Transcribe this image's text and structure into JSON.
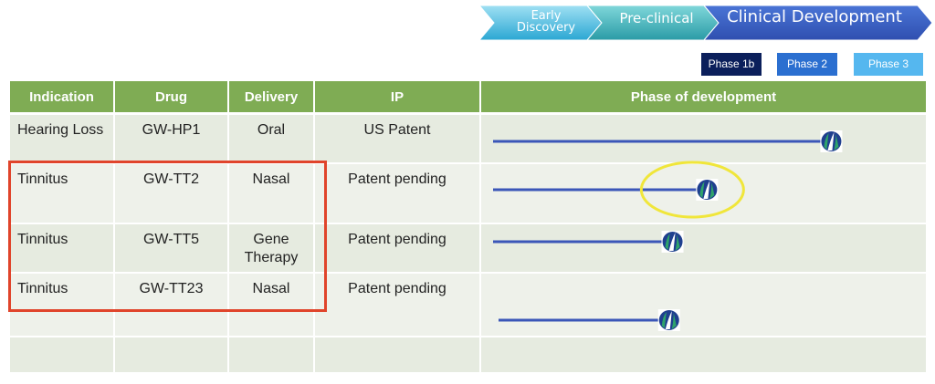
{
  "stages": [
    {
      "label_line1": "Early",
      "label_line2": "Discovery"
    },
    {
      "label": "Pre-clinical"
    },
    {
      "label": "Clinical Development"
    }
  ],
  "phases": {
    "phase_1b": "Phase 1b",
    "phase_2": "Phase 2",
    "phase_3": "Phase 3"
  },
  "table": {
    "headers": [
      "Indication",
      "Drug",
      "Delivery",
      "IP",
      "Phase of development"
    ],
    "rows": [
      {
        "indication": "Hearing Loss",
        "drug": "GW-HP1",
        "delivery": "Oral",
        "ip": "US Patent",
        "progress": 0.98
      },
      {
        "indication": "Tinnitus",
        "drug": "GW-TT2",
        "delivery": "Nasal",
        "ip": "Patent pending",
        "progress": 0.62
      },
      {
        "indication": "Tinnitus",
        "drug": "GW-TT5",
        "delivery": "Gene Therapy",
        "ip": "Patent pending",
        "progress": 0.52
      },
      {
        "indication": "Tinnitus",
        "drug": "GW-TT23",
        "delivery": "Nasal",
        "ip": "Patent pending",
        "progress": 0.51
      },
      {
        "indication": "",
        "drug": "",
        "delivery": "",
        "ip": "",
        "progress": null
      }
    ]
  },
  "colors": {
    "header_green": "#7fac54",
    "progress_line": "#3b56b8",
    "highlight_red": "#e0442b",
    "highlight_yellow": "#f0e63a"
  },
  "icons": {
    "milestone": "company-logo-icon"
  }
}
